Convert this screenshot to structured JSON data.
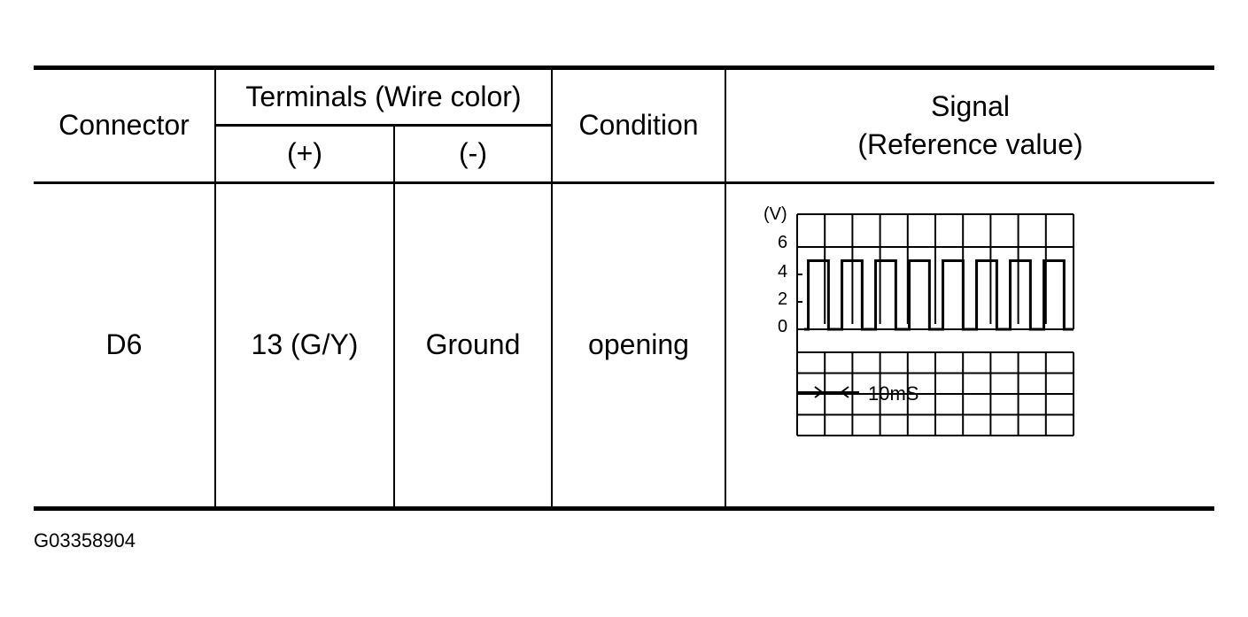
{
  "table": {
    "headers": {
      "connector": "Connector",
      "terminals": "Terminals (Wire color)",
      "plus": "(+)",
      "minus": "(-)",
      "condition": "Condition",
      "signal_line1": "Signal",
      "signal_line2": "(Reference value)"
    },
    "row": {
      "connector": "D6",
      "plus": "13 (G/Y)",
      "minus": "Ground",
      "condition": "opening"
    }
  },
  "signal_chart": {
    "unit_label": "(V)",
    "y_ticks": [
      "6",
      "4",
      "2",
      "0"
    ],
    "time_label": "10mS",
    "waveform": "square",
    "high_level_v": 5,
    "low_level_v": 0,
    "pulse_count": 8
  },
  "figure_id": "G03358904"
}
